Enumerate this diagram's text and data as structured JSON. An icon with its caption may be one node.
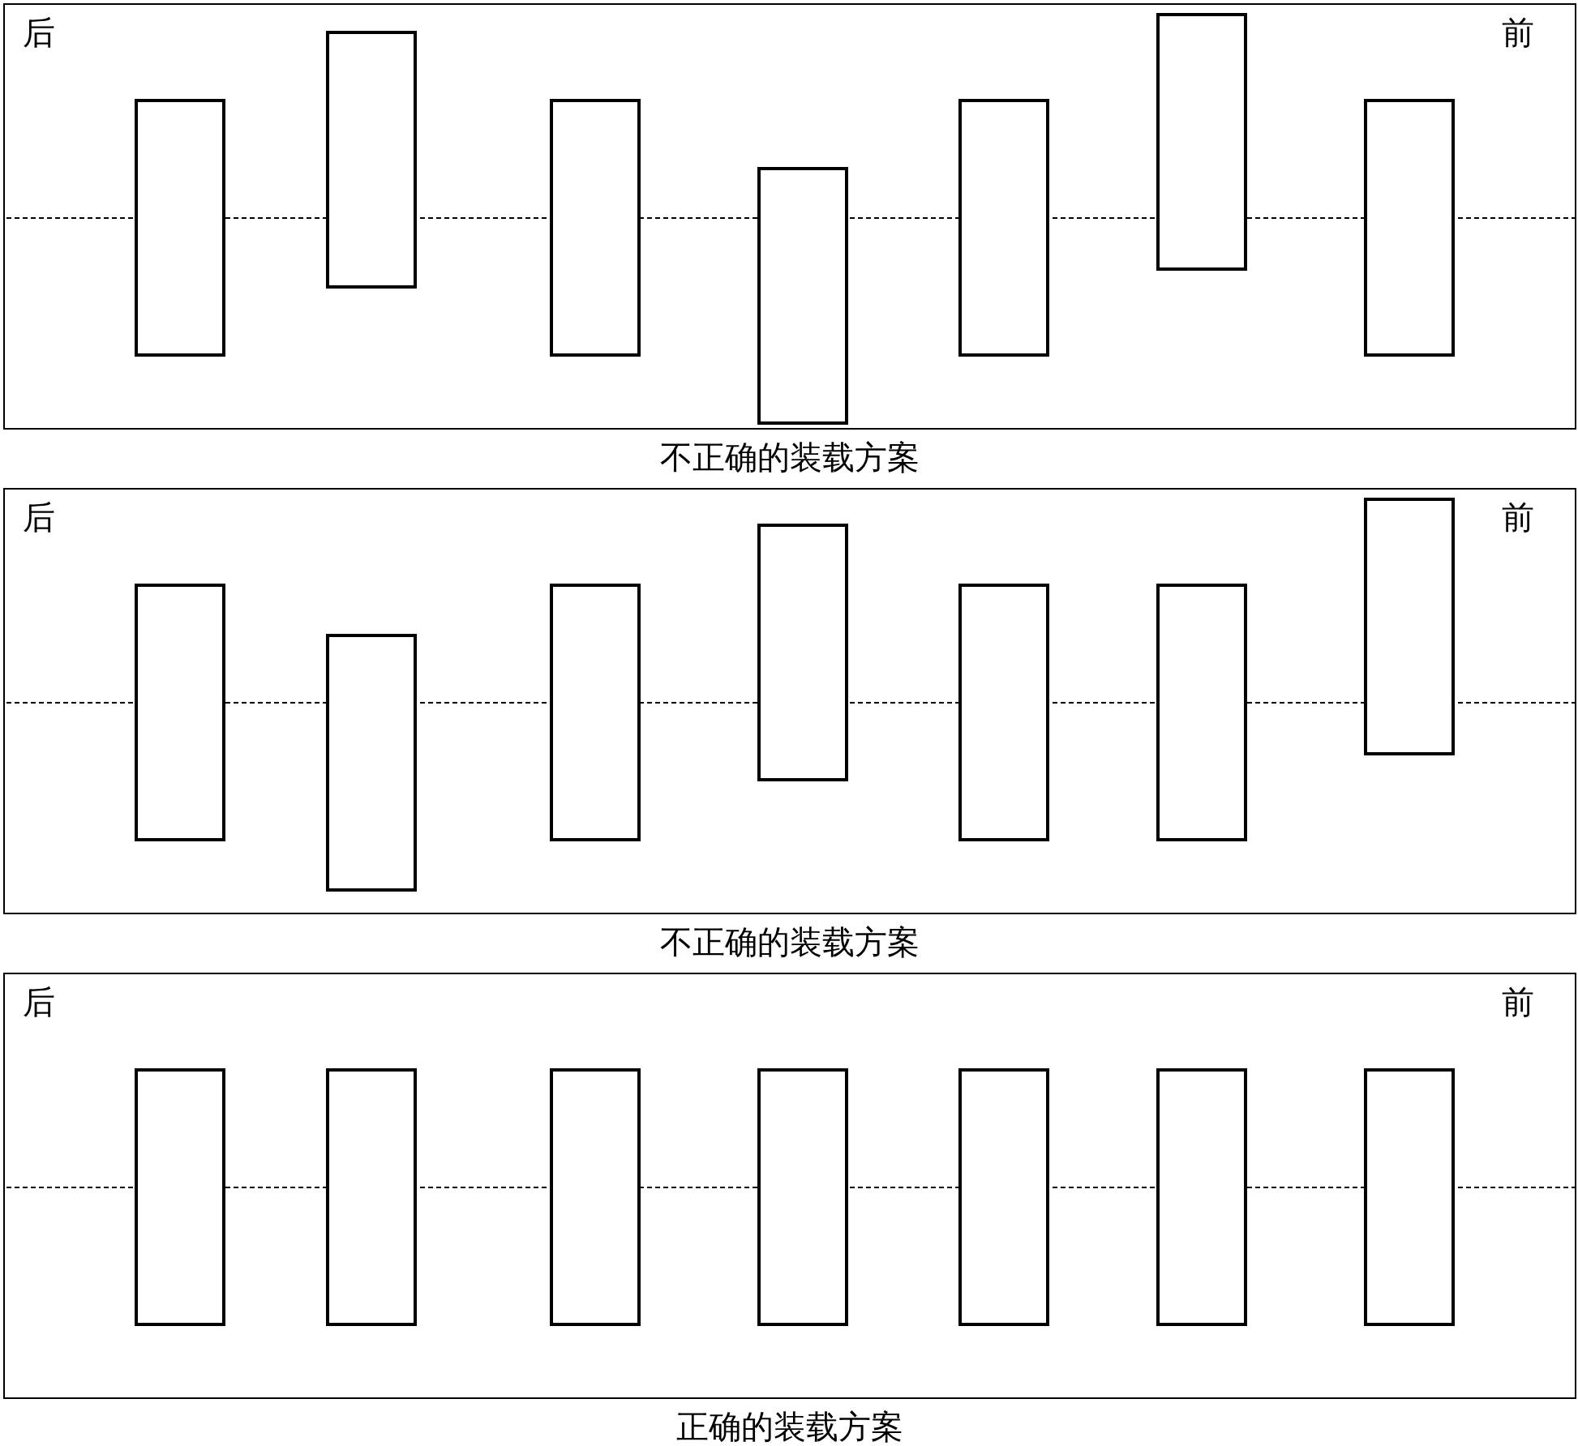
{
  "diagram": {
    "nodes": [
      {
        "text": [
          "后",
          "前",
          "不正确的装载方案"
        ]
      },
      {
        "text": [],
        "shape": "box",
        "in": 0
      },
      {
        "text": [],
        "shape": "box",
        "in": 0
      },
      {
        "text": [],
        "shape": "box",
        "in": 0
      },
      {
        "text": [],
        "shape": "box",
        "in": 0
      },
      {
        "text": [],
        "shape": "box",
        "in": 0
      },
      {
        "text": [],
        "shape": "box",
        "in": 0
      },
      {
        "text": [],
        "shape": "box",
        "in": 0
      },
      {
        "text": [
          "后",
          "前",
          "不正确的装载方案"
        ]
      },
      {
        "text": [],
        "shape": "box",
        "in": 8
      },
      {
        "text": [],
        "shape": "box",
        "in": 8
      },
      {
        "text": [],
        "shape": "box",
        "in": 8
      },
      {
        "text": [],
        "shape": "box",
        "in": 8
      },
      {
        "text": [],
        "shape": "box",
        "in": 8
      },
      {
        "text": [],
        "shape": "box",
        "in": 8
      },
      {
        "text": [],
        "shape": "box",
        "in": 8
      },
      {
        "text": [
          "后",
          "前",
          "正确的装载方案"
        ]
      },
      {
        "text": [],
        "shape": "box",
        "in": 16
      },
      {
        "text": [],
        "shape": "box",
        "in": 16
      },
      {
        "text": [],
        "shape": "box",
        "in": 16
      },
      {
        "text": [],
        "shape": "box",
        "in": 16
      },
      {
        "text": [],
        "shape": "box",
        "in": 16
      },
      {
        "text": [],
        "shape": "box",
        "in": 16
      },
      {
        "text": [],
        "shape": "box",
        "in": 16
      }
    ]
  }
}
